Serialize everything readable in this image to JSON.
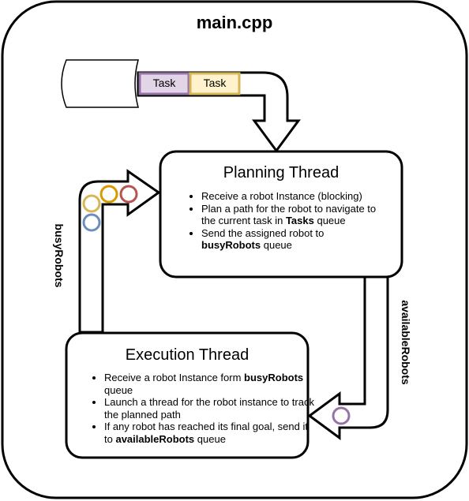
{
  "main": {
    "title": "main.cpp"
  },
  "tasks_queue": {
    "items": [
      "Task",
      "Task"
    ]
  },
  "planning": {
    "title": "Planning Thread",
    "bullets": [
      {
        "parts": [
          {
            "text": "Receive a robot Instance (blocking)",
            "bold": false
          }
        ]
      },
      {
        "parts": [
          {
            "text": "Plan a path for the robot to navigate to the current task in ",
            "bold": false
          },
          {
            "text": "Tasks",
            "bold": true
          },
          {
            "text": " queue",
            "bold": false
          }
        ]
      },
      {
        "parts": [
          {
            "text": "Send the assigned robot to ",
            "bold": false
          },
          {
            "text": "busyRobots",
            "bold": true
          },
          {
            "text": " queue",
            "bold": false
          }
        ]
      }
    ]
  },
  "execution": {
    "title": "Execution Thread",
    "bullets": [
      {
        "parts": [
          {
            "text": "Receive a robot Instance form ",
            "bold": false
          },
          {
            "text": "busyRobots",
            "bold": true
          },
          {
            "text": " queue",
            "bold": false
          }
        ]
      },
      {
        "parts": [
          {
            "text": "Launch a thread for the robot instance to track the planned path",
            "bold": false
          }
        ]
      },
      {
        "parts": [
          {
            "text": "If any robot has reached its final goal, send it to ",
            "bold": false
          },
          {
            "text": "availableRobots",
            "bold": true
          },
          {
            "text": " queue",
            "bold": false
          }
        ]
      }
    ]
  },
  "queues": {
    "busy_label": "busyRobots",
    "available_label": "availableRobots"
  },
  "colors": {
    "task_purple_fill": "#e1d5e7",
    "task_purple_stroke": "#9673a6",
    "task_yellow_fill": "#fff2cc",
    "task_yellow_stroke": "#d6b656",
    "robot_yellow": "#d6b656",
    "robot_orange": "#d79b00",
    "robot_red": "#b85450",
    "robot_blue": "#6c8ebf",
    "robot_purple": "#9673a6"
  }
}
